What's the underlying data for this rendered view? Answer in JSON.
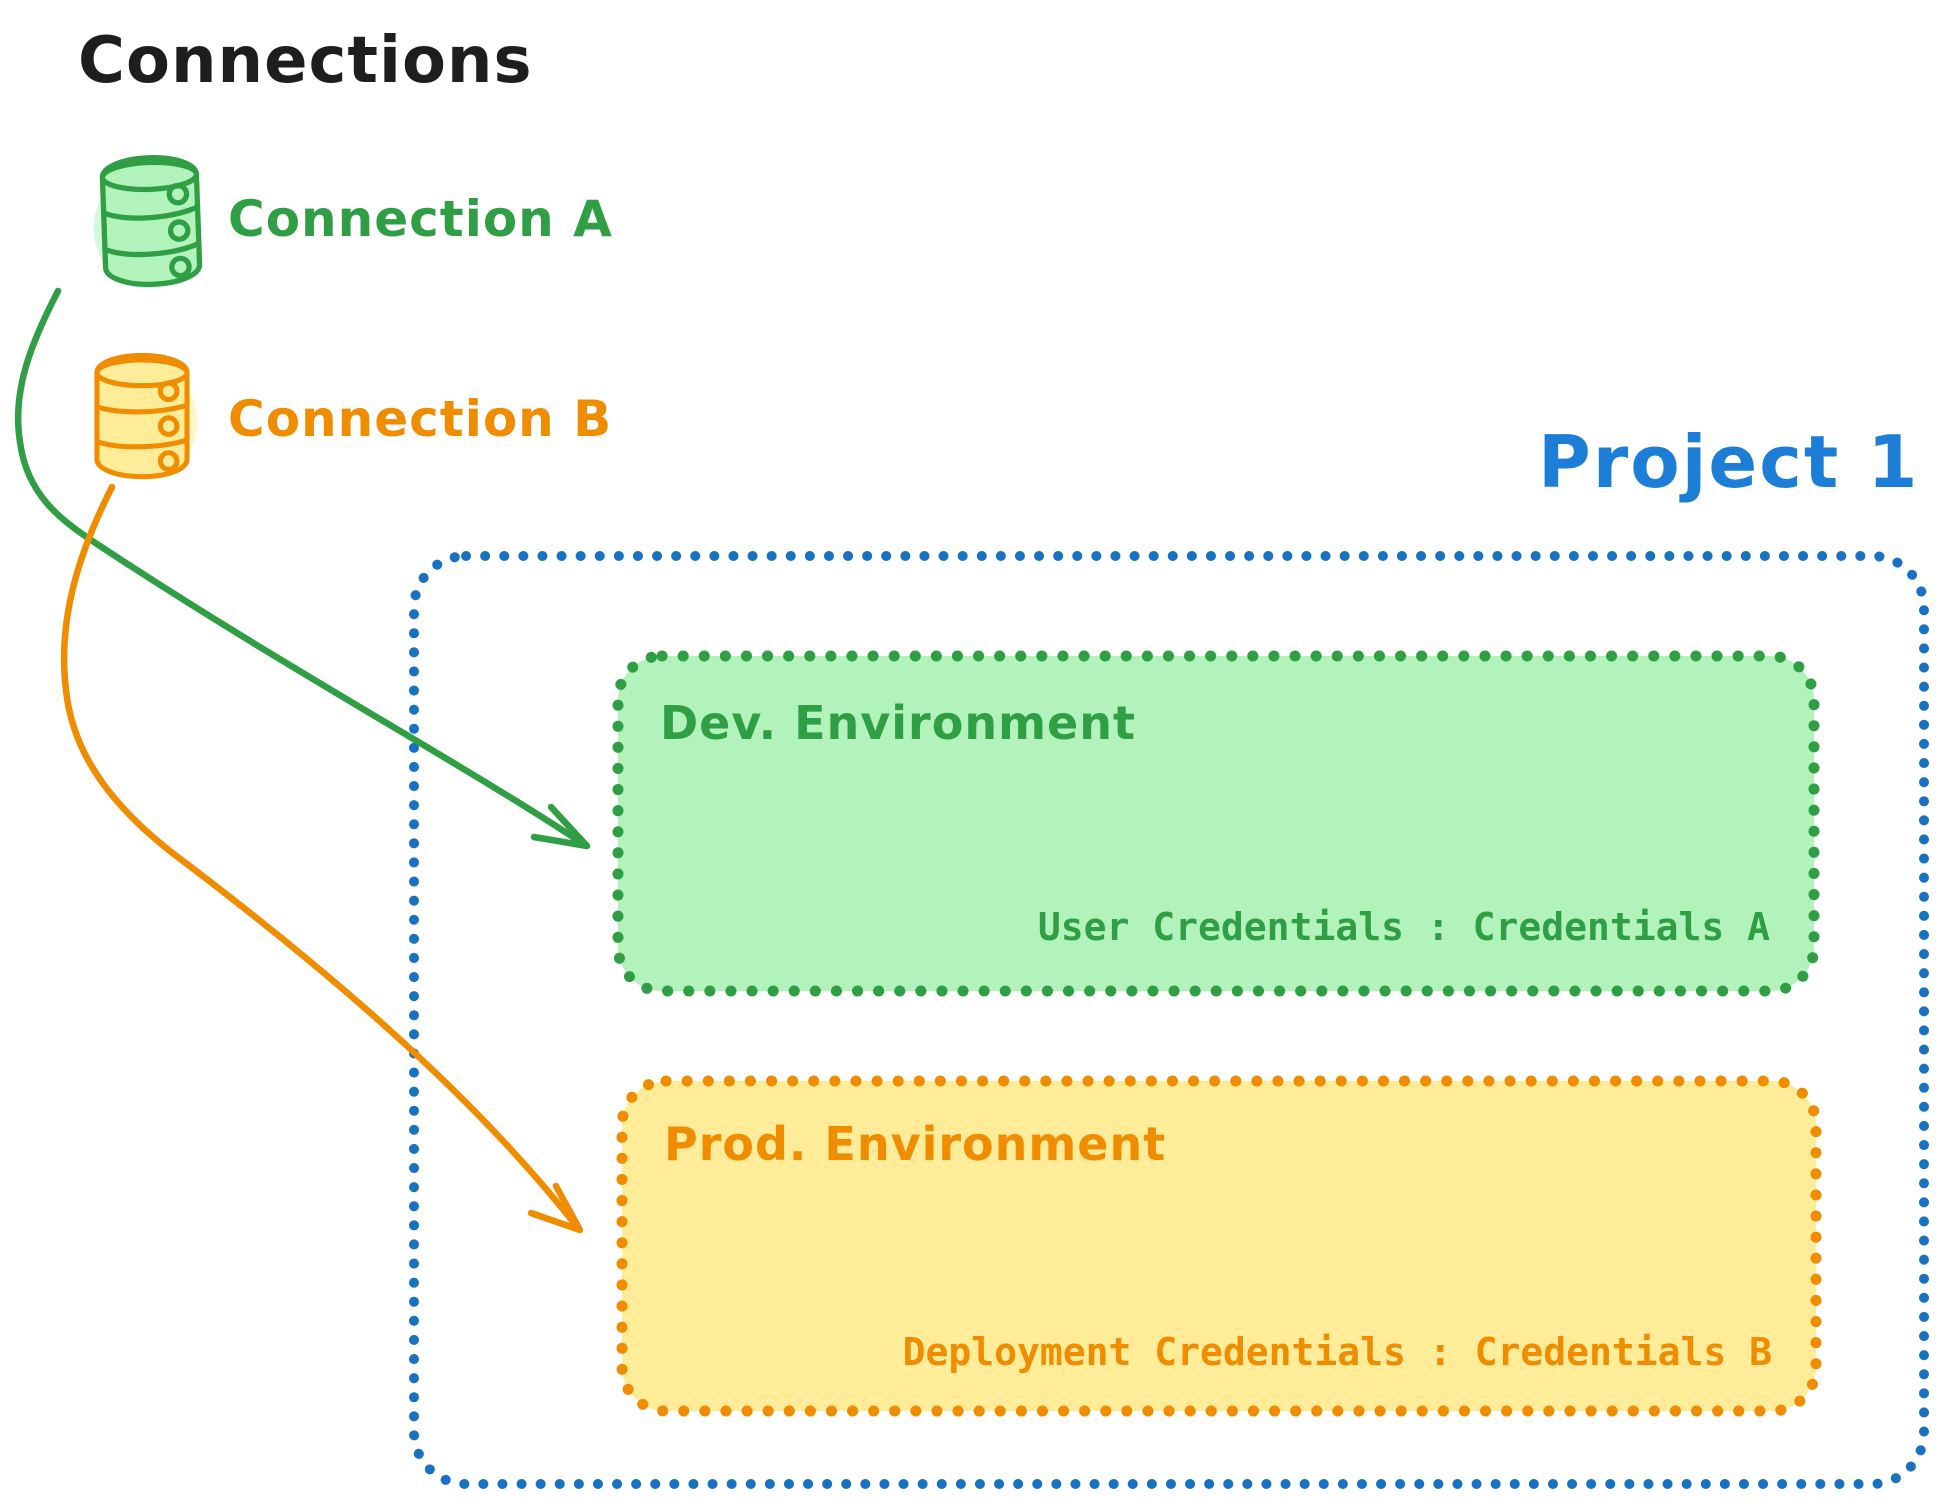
{
  "title": "Connections",
  "connections": [
    {
      "id": "a",
      "label": "Connection A",
      "color": "#2f9e44",
      "fill": "#b2f2bb",
      "icon": "database-icon"
    },
    {
      "id": "b",
      "label": "Connection B",
      "color": "#f08c00",
      "fill": "#ffec99",
      "icon": "database-icon"
    }
  ],
  "project": {
    "title": "Project 1",
    "border_color": "#1971c2",
    "title_color": "#1c7ed6",
    "environments": [
      {
        "name": "Dev. Environment",
        "credentials": "User Credentials : Credentials A",
        "stroke": "#2f9e44",
        "fill": "#b2f2bb"
      },
      {
        "name": "Prod. Environment",
        "credentials": "Deployment Credentials : Credentials B",
        "stroke": "#f08c00",
        "fill": "#ffec99"
      }
    ]
  },
  "arrows": [
    {
      "from": "Connection A",
      "to": "Dev. Environment",
      "color": "#2f9e44"
    },
    {
      "from": "Connection B",
      "to": "Prod. Environment",
      "color": "#f08c00"
    }
  ],
  "palette": {
    "text_black": "#1e1e1e",
    "green_stroke": "#2f9e44",
    "green_fill": "#b2f2bb",
    "orange_stroke": "#f08c00",
    "orange_fill": "#ffec99",
    "blue_stroke": "#1971c2",
    "background": "#ffffff"
  }
}
